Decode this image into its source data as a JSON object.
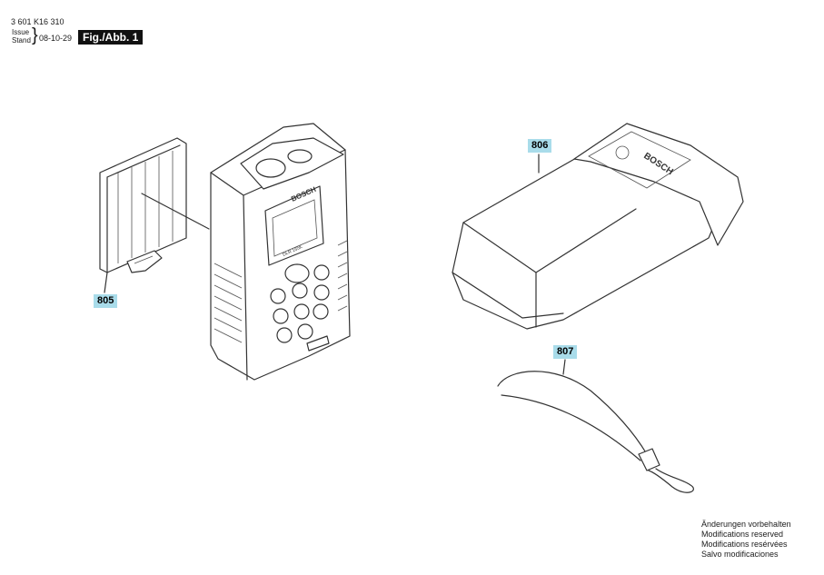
{
  "header": {
    "part_number": "3 601 K16 310",
    "issue_label": "Issue",
    "stand_label": "Stand",
    "date": "08-10-29",
    "figure_label": "Fig./Abb. 1"
  },
  "callouts": {
    "c805": "805",
    "c806": "806",
    "c807": "807"
  },
  "device": {
    "brand": "BOSCH",
    "model": "DLR 165K"
  },
  "pouch": {
    "brand": "BOSCH"
  },
  "footer": {
    "lines": [
      "Änderungen vorbehalten",
      "Modifications reserved",
      "Modifications resérvées",
      "Salvo modificaciones"
    ]
  }
}
